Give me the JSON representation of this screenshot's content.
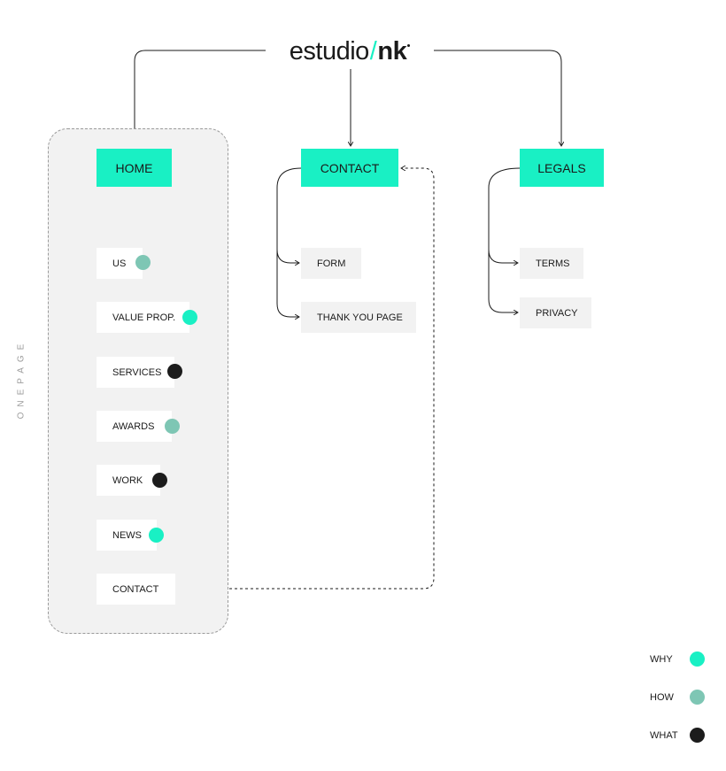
{
  "logo": {
    "part1": "estudio",
    "slash": "/",
    "part2": "nk"
  },
  "side_label": "ONEPAGE",
  "columns": {
    "home": {
      "title": "HOME",
      "items": [
        "US",
        "VALUE PROP.",
        "SERVICES",
        "AWARDS",
        "WORK",
        "NEWS",
        "CONTACT"
      ],
      "markers": [
        "how",
        "why",
        "what",
        "how",
        "what",
        "why",
        null
      ]
    },
    "contact": {
      "title": "CONTACT",
      "items": [
        "FORM",
        "THANK YOU PAGE"
      ]
    },
    "legals": {
      "title": "LEGALS",
      "items": [
        "TERMS",
        "PRIVACY"
      ]
    }
  },
  "legend": [
    {
      "label": "WHY",
      "key": "why",
      "color": "#19f0c4"
    },
    {
      "label": "HOW",
      "key": "how",
      "color": "#7ec6b4"
    },
    {
      "label": "WHAT",
      "key": "what",
      "color": "#1c1c1c"
    }
  ],
  "colors": {
    "accent": "#19f0c4",
    "how": "#7ec6b4",
    "what": "#1c1c1c",
    "panel": "#f2f2f2"
  }
}
